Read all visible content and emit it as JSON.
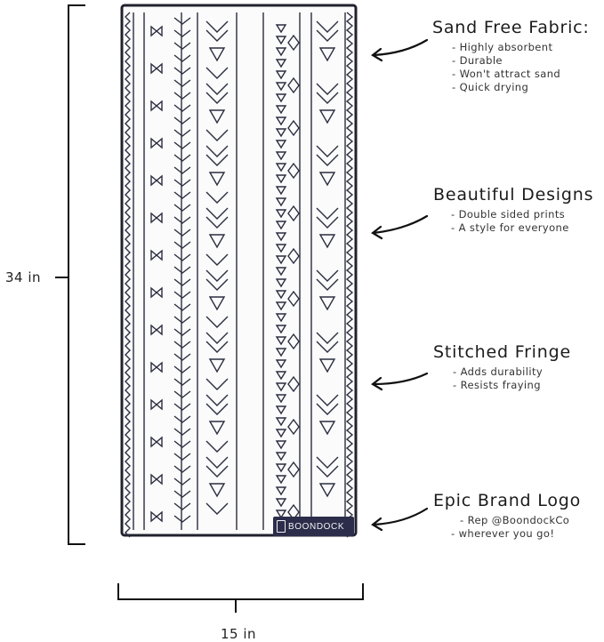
{
  "dimensions": {
    "height_label": "34 in",
    "width_label": "15 in"
  },
  "features": [
    {
      "title": "Sand Free Fabric:",
      "items": [
        "Highly absorbent",
        "Durable",
        "Won't attract sand",
        "Quick drying"
      ]
    },
    {
      "title": "Beautiful Designs",
      "items": [
        "Double sided prints",
        "A style for everyone"
      ]
    },
    {
      "title": "Stitched Fringe",
      "items": [
        "Adds durability",
        "Resists fraying"
      ]
    },
    {
      "title": "Epic Brand Logo",
      "items": [
        "Rep @BoondockCo",
        "wherever you go!"
      ]
    }
  ],
  "brand_tag": {
    "text": "BOONDOCK"
  },
  "colors": {
    "towel_border": "#20222e",
    "pattern": "#2b2d3f",
    "brand_tag": "#2b2d4a"
  }
}
